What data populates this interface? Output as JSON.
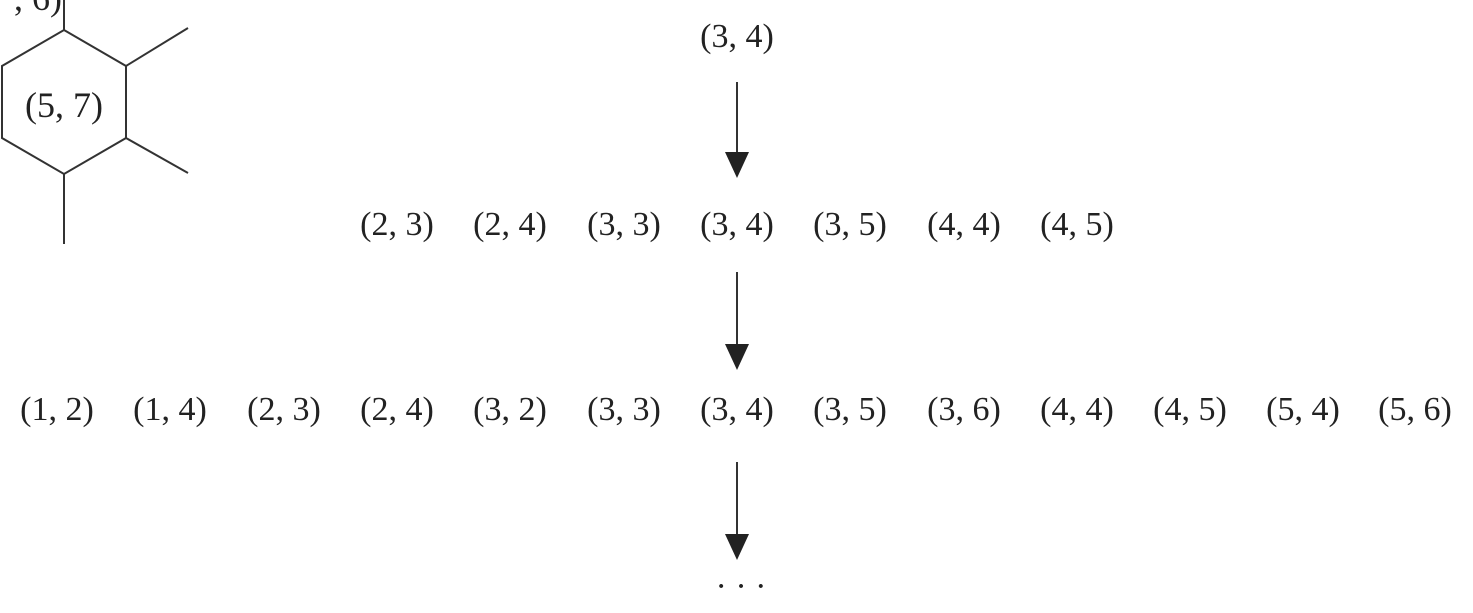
{
  "hex_fragment": {
    "partial_label": ", 6)",
    "center_label": "(5, 7)"
  },
  "levels": [
    {
      "items": [
        "(3, 4)"
      ]
    },
    {
      "items": [
        "(2, 3)",
        "(2, 4)",
        "(3, 3)",
        "(3, 4)",
        "(3, 5)",
        "(4, 4)",
        "(4, 5)"
      ]
    },
    {
      "items": [
        "(1, 2)",
        "(1, 4)",
        "(2, 3)",
        "(2, 4)",
        "(3, 2)",
        "(3, 3)",
        "(3, 4)",
        "(3, 5)",
        "(3, 6)",
        "(4, 4)",
        "(4, 5)",
        "(5, 4)",
        "(5, 6)"
      ]
    }
  ],
  "continuation": "· · ·"
}
